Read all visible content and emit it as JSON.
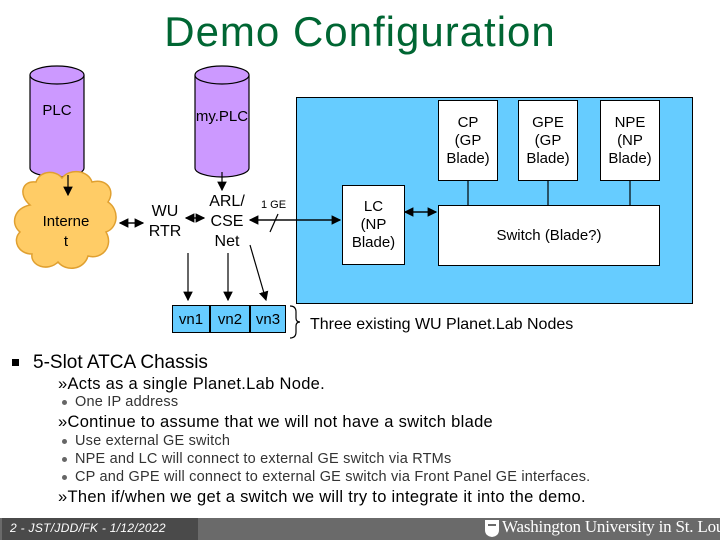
{
  "title": "Demo Configuration",
  "diagram": {
    "plc_label": "PLC",
    "myplc_label": "my.PLC",
    "internet_label": "Interne\nt",
    "wu_rtr_label": "WU\nRTR",
    "arl_label": "ARL/\nCSE\nNet",
    "link_label": "1 GE",
    "lc_label": "LC\n(NP\nBlade)",
    "switch_label": "Switch (Blade?)",
    "cp_label": "CP\n(GP\nBlade)",
    "gpe_label": "GPE\n(GP\nBlade)",
    "npe_label": "NPE\n(NP\nBlade)",
    "vn1": "vn1",
    "vn2": "vn2",
    "vn3": "vn3",
    "nodes_label": "Three existing WU Planet.Lab Nodes",
    "colors": {
      "chassis": "#66ccff",
      "cloud": "#ffcc66",
      "database": "#cc99ff",
      "title": "#006633"
    }
  },
  "bullets": {
    "main": "5-Slot ATCA Chassis",
    "sub1": "»Acts as a single Planet.Lab Node.",
    "sub1_items": [
      "One IP address"
    ],
    "sub2": "»Continue to assume that we will not have a switch blade",
    "sub2_items": [
      "Use external GE switch",
      "NPE and LC will connect to external GE switch via RTMs",
      "CP and GPE will connect to external GE switch via Front Panel GE interfaces."
    ],
    "sub3": "»Then if/when we get a switch we will try to integrate it into the demo."
  },
  "footer": {
    "left": "2 - JST/JDD/FK - 1/12/2022",
    "university": "Washington University in St. Louis"
  }
}
